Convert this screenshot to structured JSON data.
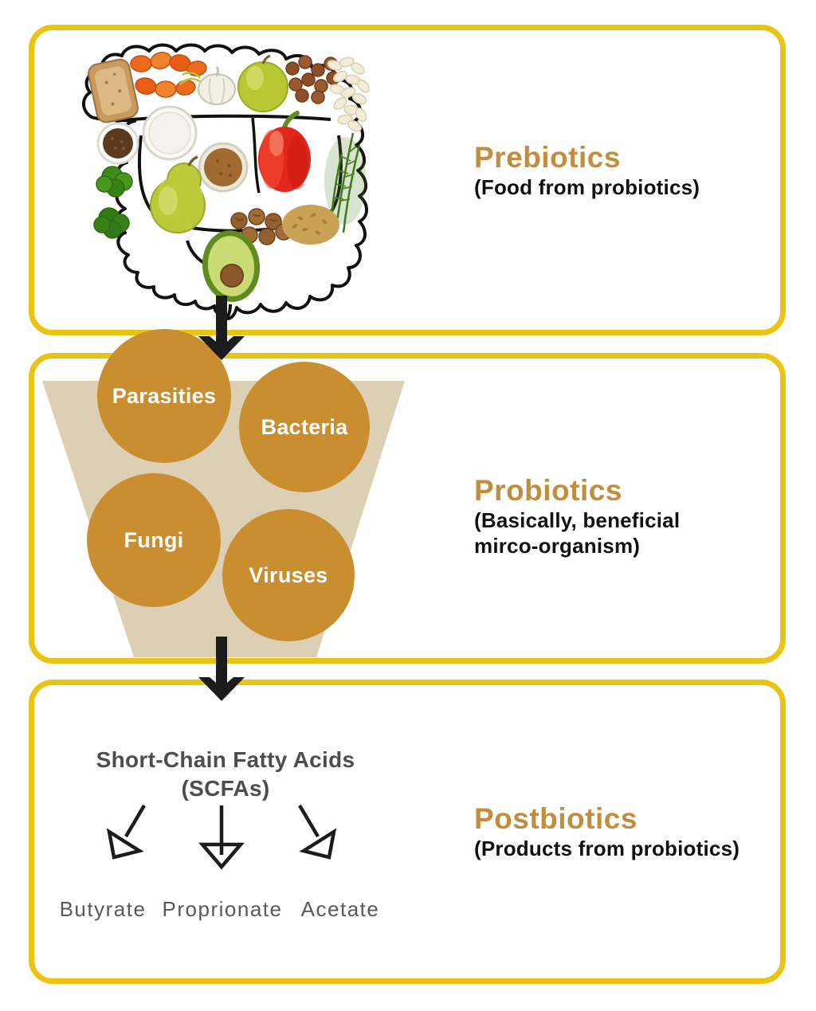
{
  "page": {
    "background": "#FFFFFF",
    "kind": "prebiotics-probiotics-postbiotics-infographic"
  },
  "colors": {
    "box_border": "#EAC413",
    "heading_gold": "#C28E3B",
    "organism_circle": "#C88E2F",
    "funnel_beige": "#DCCFB4",
    "body_text": "#111111",
    "scfa_heading_gray": "#4D4D4D",
    "product_label_gray": "#58595B",
    "arrow_black": "#1C1C1C"
  },
  "sections": {
    "prebiotics": {
      "title": "Prebiotics",
      "subtitle": "(Food from probiotics)",
      "illustration": "foods-arranged-in-intestine-shape"
    },
    "probiotics": {
      "title": "Probiotics",
      "subtitle_lines": [
        "(Basically, beneficial",
        "mirco-organism)"
      ],
      "organisms": [
        "Parasities",
        "Bacteria",
        "Fungi",
        "Viruses"
      ]
    },
    "postbiotics": {
      "title": "Postbiotics",
      "subtitle": "(Products from probiotics)",
      "scfa_heading": "Short-Chain Fatty Acids",
      "scfa_subheading": "(SCFAs)",
      "products": [
        "Butyrate",
        "Proprionate",
        "Acetate"
      ]
    }
  }
}
